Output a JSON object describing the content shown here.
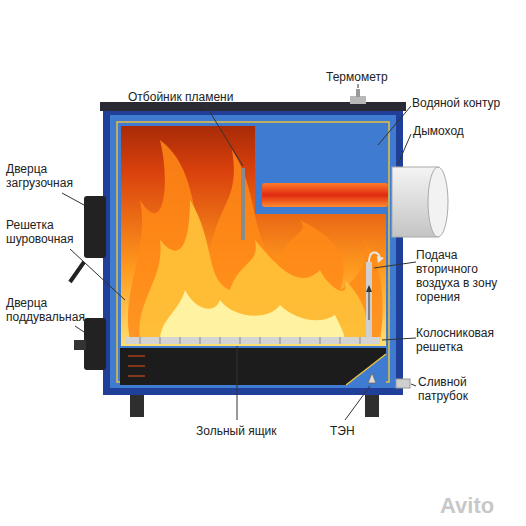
{
  "diagram": {
    "labels": [
      "Отбойник пламени",
      "Термометр",
      "Водяной контур",
      "Дымоход",
      "Дверца загрузочная",
      "Решетка шуровочная",
      "Дверца поддувальная",
      "Подача вторичного воздуха в зону горения",
      "Колосниковая решетка",
      "Сливной патрубок",
      "Зольный ящик",
      "ТЭН",
      "Avito"
    ]
  }
}
